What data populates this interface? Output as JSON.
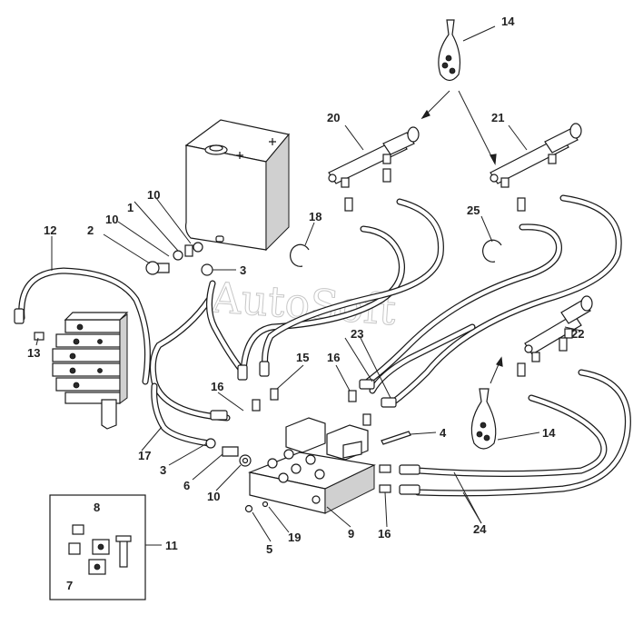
{
  "watermark": "AutoSoft",
  "callouts": {
    "c1": "1",
    "c2": "2",
    "c3a": "3",
    "c3b": "3",
    "c4": "4",
    "c5": "5",
    "c6": "6",
    "c7": "7",
    "c8": "8",
    "c9": "9",
    "c10a": "10",
    "c10b": "10",
    "c10c": "10",
    "c11": "11",
    "c12": "12",
    "c13": "13",
    "c14a": "14",
    "c14b": "14",
    "c15": "15",
    "c16a": "16",
    "c16b": "16",
    "c16c": "16",
    "c17": "17",
    "c18": "18",
    "c19": "19",
    "c20": "20",
    "c21": "21",
    "c22": "22",
    "c23": "23",
    "c24": "24",
    "c25": "25"
  }
}
